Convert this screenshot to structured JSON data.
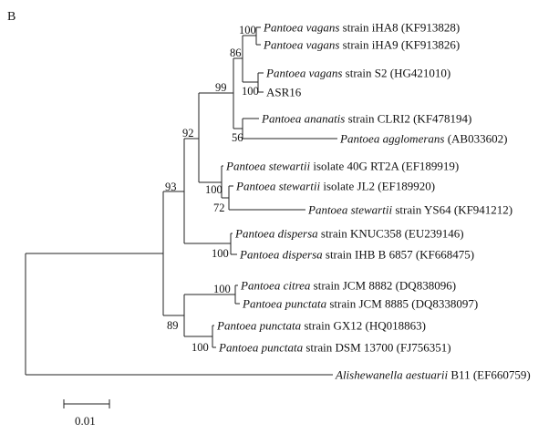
{
  "panel_label": "B",
  "taxa": [
    {
      "id": "t1",
      "species": "Pantoea vagans",
      "rest": " strain iHA8 (KF913828)"
    },
    {
      "id": "t2",
      "species": "Pantoea vagans",
      "rest": " strain iHA9 (KF913826)"
    },
    {
      "id": "t3",
      "species": "Pantoea vagans",
      "rest": " strain S2 (HG421010)"
    },
    {
      "id": "t4",
      "species": "",
      "rest": "ASR16"
    },
    {
      "id": "t5",
      "species": "Pantoea ananatis",
      "rest": " strain CLRI2 (KF478194)"
    },
    {
      "id": "t6",
      "species": "Pantoea agglomerans",
      "rest": " (AB033602)"
    },
    {
      "id": "t7",
      "species": "Pantoea stewartii",
      "rest": " isolate 40G RT2A (EF189919)"
    },
    {
      "id": "t8",
      "species": "Pantoea stewartii",
      "rest": " isolate JL2 (EF189920)"
    },
    {
      "id": "t9",
      "species": "Pantoea stewartii",
      "rest": " strain YS64 (KF941212)"
    },
    {
      "id": "t10",
      "species": "Pantoea dispersa",
      "rest": " strain KNUC358 (EU239146)"
    },
    {
      "id": "t11",
      "species": "Pantoea dispersa",
      "rest": " strain IHB B 6857 (KF668475)"
    },
    {
      "id": "t12",
      "species": "Pantoea citrea",
      "rest": " strain JCM 8882 (DQ838096)"
    },
    {
      "id": "t13",
      "species": "Pantoea punctata",
      "rest": " strain JCM 8885 (DQ8338097)"
    },
    {
      "id": "t14",
      "species": "Pantoea punctata",
      "rest": " strain GX12 (HQ018863)"
    },
    {
      "id": "t15",
      "species": "Pantoea punctata",
      "rest": " strain DSM 13700 (FJ756351)"
    },
    {
      "id": "t16",
      "species": "Alishewanella aestuarii",
      "rest": " B11 (EF660759)"
    }
  ],
  "bootstrap": [
    {
      "node": "n_vag89",
      "value": "100"
    },
    {
      "node": "n_vag",
      "value": "86"
    },
    {
      "node": "n_s2asr",
      "value": "100"
    },
    {
      "node": "n_A",
      "value": "99"
    },
    {
      "node": "n_anag",
      "value": "56"
    },
    {
      "node": "n_B",
      "value": "92"
    },
    {
      "node": "n_stew",
      "value": "100"
    },
    {
      "node": "n_jlys",
      "value": "72"
    },
    {
      "node": "n_C",
      "value": "93"
    },
    {
      "node": "n_disp",
      "value": "100"
    },
    {
      "node": "n_cp",
      "value": "100"
    },
    {
      "node": "n_D",
      "value": "89"
    },
    {
      "node": "n_pp",
      "value": "100"
    }
  ],
  "scale_bar": {
    "label": "0.01",
    "length": 0.01
  }
}
